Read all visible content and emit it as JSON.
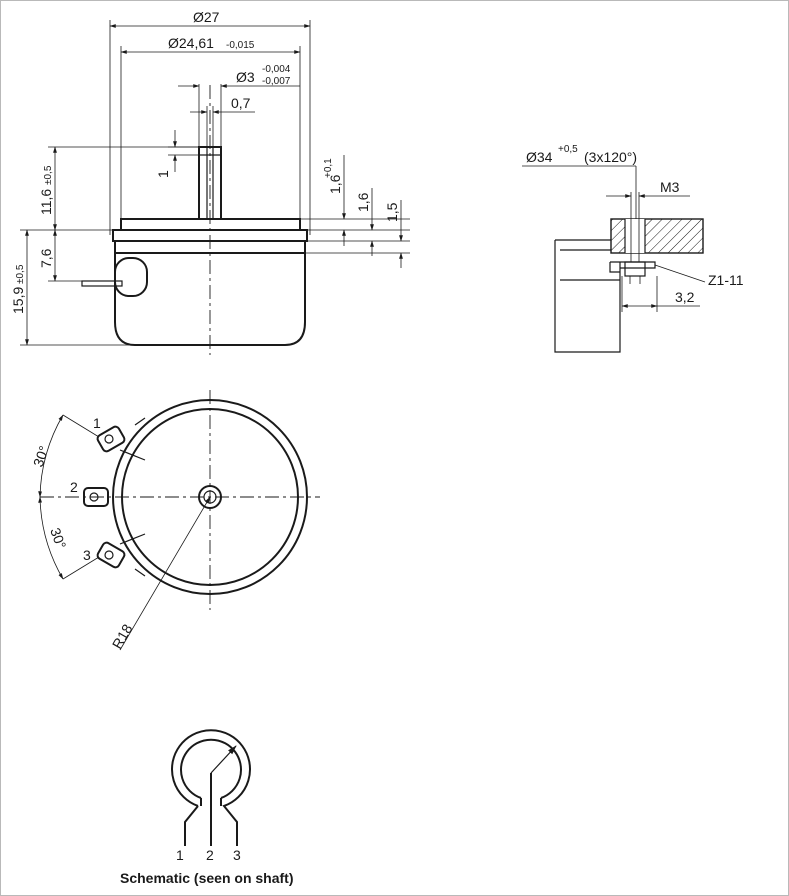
{
  "front_view": {
    "dim_d27": "Ø27",
    "dim_d2461": "Ø24,61",
    "dim_d2461_tol": "-0,015",
    "dim_d3": "Ø3",
    "dim_d3_tol_upper": "-0,004",
    "dim_d3_tol_lower": "-0,007",
    "dim_0_7": "0,7",
    "dim_1": "1",
    "dim_11_6": "11,6",
    "dim_11_6_tol": "±0,5",
    "dim_7_6": "7,6",
    "dim_15_9": "15,9",
    "dim_15_9_tol": "±0,5",
    "dim_1_6_a": "1,6",
    "dim_1_6_a_tol": "+0,1",
    "dim_1_6_b": "1,6",
    "dim_1_5": "1,5"
  },
  "mounting_view": {
    "dim_d34": "Ø34",
    "dim_d34_tol": "+0,5",
    "dim_d34_note": "(3x120°)",
    "label_m3": "M3",
    "label_z1": "Z1-11",
    "dim_3_2": "3,2"
  },
  "top_view": {
    "angle_upper": "30°",
    "angle_lower": "30°",
    "terminal_1": "1",
    "terminal_2": "2",
    "terminal_3": "3",
    "radius": "R18"
  },
  "schematic": {
    "pin_1": "1",
    "pin_2": "2",
    "pin_3": "3",
    "caption": "Schematic (seen on shaft)"
  }
}
